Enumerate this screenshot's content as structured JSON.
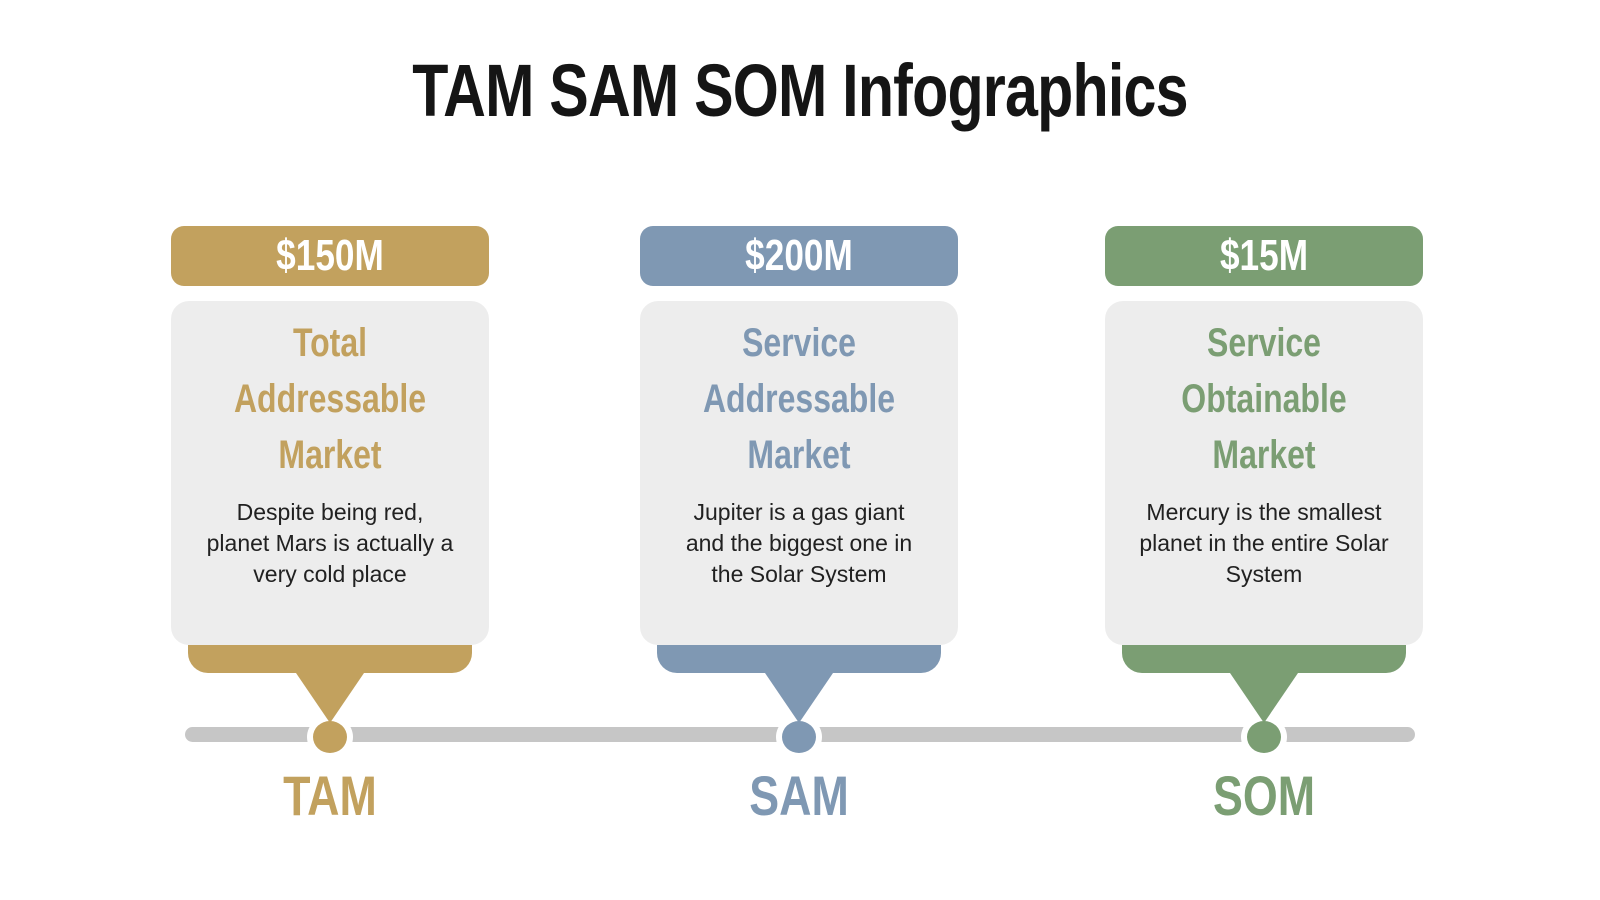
{
  "title": "TAM SAM SOM Infographics",
  "colors": {
    "gold": "#C2A15E",
    "blue": "#7F98B3",
    "green": "#7B9E73",
    "card_background": "#EDEDED",
    "timeline_gray": "#C6C6C6",
    "title_text": "#151515",
    "body_text": "#212121",
    "badge_text": "#FFFFFF"
  },
  "cards": [
    {
      "amount": "$150M",
      "heading": "Total Addressable Market",
      "description": "Despite being red,\nplanet Mars is actually a\nvery cold place",
      "label": "TAM",
      "accent": "#C2A15E"
    },
    {
      "amount": "$200M",
      "heading": "Service Addressable Market",
      "description": "Jupiter is a gas giant\nand the biggest one in\nthe Solar System",
      "label": "SAM",
      "accent": "#7F98B3"
    },
    {
      "amount": "$15M",
      "heading": "Service Obtainable Market",
      "description": "Mercury is the smallest\nplanet in the entire Solar\nSystem",
      "label": "SOM",
      "accent": "#7B9E73"
    }
  ]
}
